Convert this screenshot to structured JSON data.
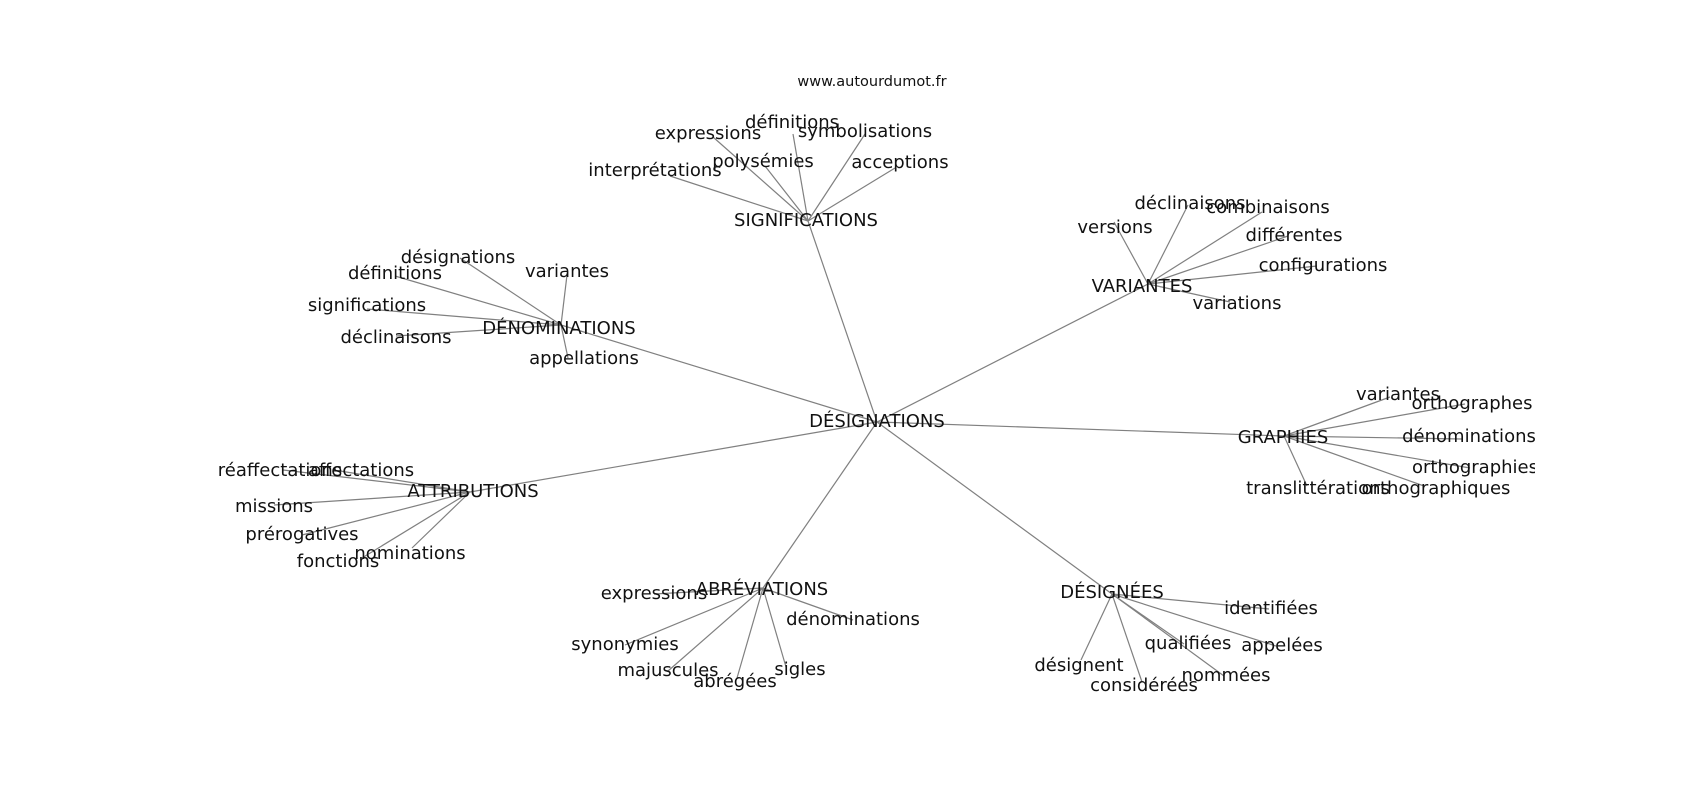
{
  "credit": "www.autourdumot.fr",
  "root": "DÉSIGNATIONS",
  "clusters": [
    {
      "hub": "SIGNIFICATIONS",
      "leaves": [
        "définitions",
        "expressions",
        "symbolisations",
        "polysémies",
        "acceptions",
        "interprétations"
      ]
    },
    {
      "hub": "VARIANTES",
      "leaves": [
        "déclinaisons",
        "combinaisons",
        "versions",
        "différentes",
        "configurations",
        "variations"
      ]
    },
    {
      "hub": "DÉNOMINATIONS",
      "leaves": [
        "désignations",
        "définitions",
        "variantes",
        "significations",
        "déclinaisons",
        "appellations"
      ]
    },
    {
      "hub": "GRAPHIES",
      "leaves": [
        "variantes",
        "orthographes",
        "dénominations",
        "orthographies",
        "translittérations",
        "orthographiques"
      ]
    },
    {
      "hub": "ATTRIBUTIONS",
      "leaves": [
        "réaffectations",
        "affectations",
        "missions",
        "prérogatives",
        "nominations",
        "fonctions"
      ]
    },
    {
      "hub": "ABRÉVIATIONS",
      "leaves": [
        "expressions",
        "dénominations",
        "synonymies",
        "majuscules",
        "sigles",
        "abrégées"
      ]
    },
    {
      "hub": "DÉSIGNÉES",
      "leaves": [
        "identifiées",
        "qualifiées",
        "appelées",
        "désignent",
        "nommées",
        "considérées"
      ]
    }
  ]
}
